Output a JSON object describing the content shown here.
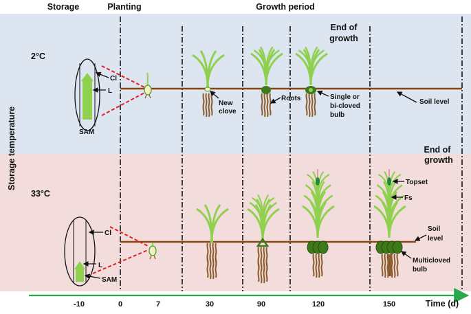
{
  "headers": {
    "storage": "Storage",
    "planting": "Planting",
    "growth_period": "Growth period"
  },
  "y_axis_label": "Storage temperature",
  "rows": {
    "cold": {
      "temperature": "2°C",
      "end_of_growth_line1": "End of",
      "end_of_growth_line2": "growth",
      "labels": {
        "cl": "Cl",
        "l": "L",
        "sam": "SAM",
        "new_clove_line1": "New",
        "new_clove_line2": "clove",
        "roots": "Roots",
        "bulb_line1": "Single or",
        "bulb_line2": "bi-cloved",
        "bulb_line3": "bulb",
        "soil_level": "Soil level"
      }
    },
    "warm": {
      "temperature": "33°C",
      "end_of_growth_line1": "End of",
      "end_of_growth_line2": "growth",
      "labels": {
        "cl": "Cl",
        "l": "L",
        "sam": "SAM",
        "topset": "Topset",
        "fs": "Fs",
        "soil_line1": "Soil",
        "soil_line2": "level",
        "bulb_line1": "Multicloved",
        "bulb_line2": "bulb"
      }
    }
  },
  "time_axis": {
    "ticks": [
      "-10",
      "0",
      "7",
      "30",
      "90",
      "120",
      "150"
    ],
    "label": "Time (d)"
  },
  "colors": {
    "cold_band": "#dce5f0",
    "warm_band": "#f2dcdc",
    "soil_line": "#8b4513",
    "leaf": "#8fd14f",
    "leaf_dark": "#5aa22d",
    "root": "#8b5a2b",
    "bulb": "#3f7a1a",
    "axis_arrow": "#2aa84a",
    "storage_guide": "#e02020"
  }
}
